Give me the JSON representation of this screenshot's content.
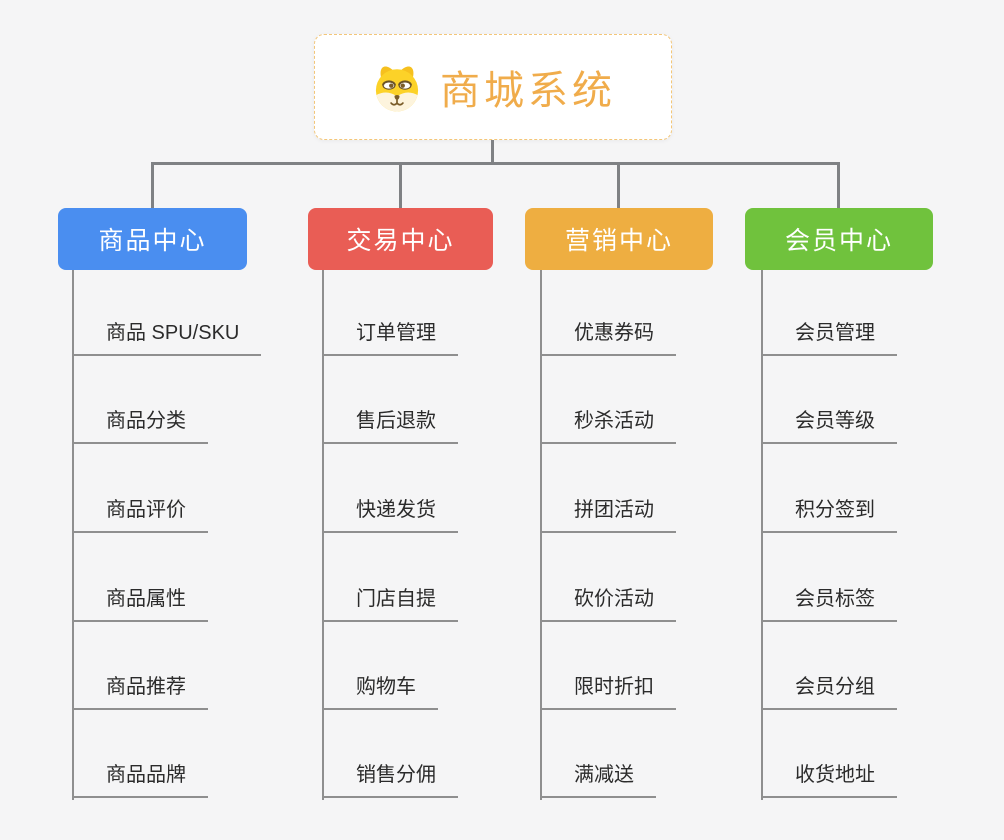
{
  "root": {
    "title": "商城系统",
    "icon": "dog-icon",
    "title_color": "#f0ac4b",
    "border_color": "#f3c679"
  },
  "style": {
    "background": "#f5f5f6",
    "connector_color": "#7f8184",
    "leaf_line_color": "#8f8f8f",
    "leaf_text_color": "#2b2b2b"
  },
  "branches": [
    {
      "label": "商品中心",
      "color": "#4a8ef0",
      "items": [
        "商品 SPU/SKU",
        "商品分类",
        "商品评价",
        "商品属性",
        "商品推荐",
        "商品品牌"
      ]
    },
    {
      "label": "交易中心",
      "color": "#e95d55",
      "items": [
        "订单管理",
        "售后退款",
        "快递发货",
        "门店自提",
        "购物车",
        "销售分佣"
      ]
    },
    {
      "label": "营销中心",
      "color": "#eeae41",
      "items": [
        "优惠券码",
        "秒杀活动",
        "拼团活动",
        "砍价活动",
        "限时折扣",
        "满减送"
      ]
    },
    {
      "label": "会员中心",
      "color": "#70c23d",
      "items": [
        "会员管理",
        "会员等级",
        "积分签到",
        "会员标签",
        "会员分组",
        "收货地址"
      ]
    }
  ]
}
